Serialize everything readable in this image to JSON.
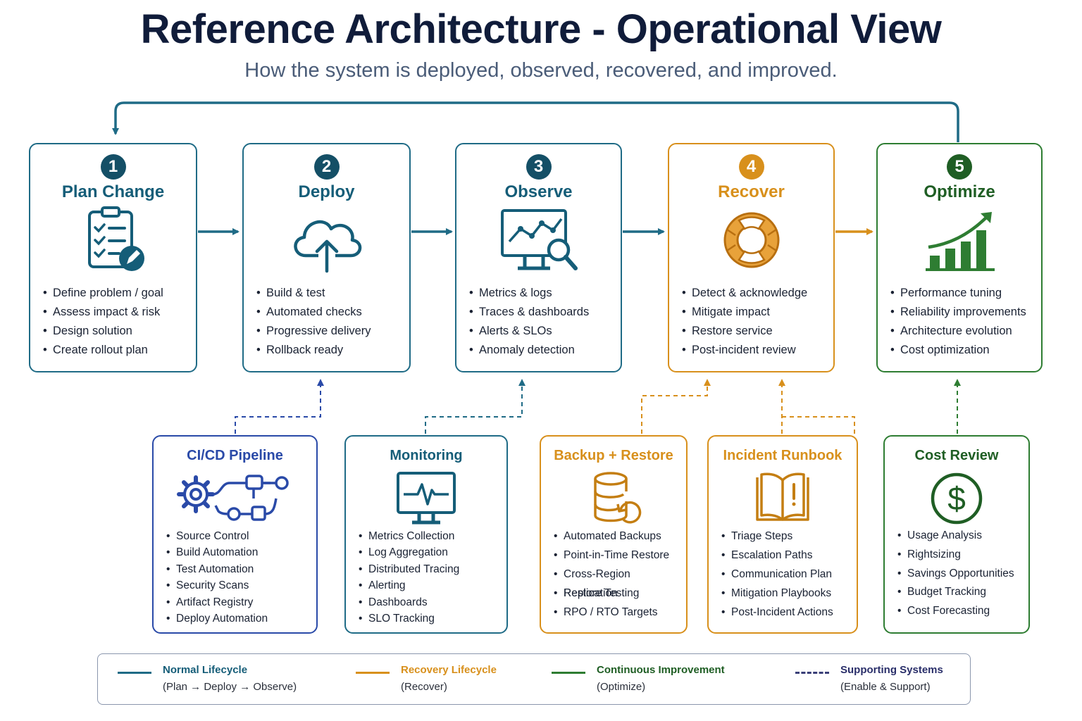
{
  "title": "Reference Architecture - Operational View",
  "subtitle": "How the system is deployed, observed, recovered, and improved.",
  "colors": {
    "teal": "#1f6b86",
    "orange": "#d8901c",
    "green": "#2e7d32",
    "blue": "#2a4aa8",
    "dash": "#3a3f78"
  },
  "stages": [
    {
      "number": "1",
      "title": "Plan Change",
      "icon": "clipboard-checklist-icon",
      "items": [
        "Define problem / goal",
        "Assess impact & risk",
        "Design solution",
        "Create rollout plan"
      ]
    },
    {
      "number": "2",
      "title": "Deploy",
      "icon": "cloud-upload-icon",
      "items": [
        "Build & test",
        "Automated checks",
        "Progressive delivery",
        "Rollback ready"
      ]
    },
    {
      "number": "3",
      "title": "Observe",
      "icon": "monitor-chart-magnifier-icon",
      "items": [
        "Metrics & logs",
        "Traces & dashboards",
        "Alerts & SLOs",
        "Anomaly detection"
      ]
    },
    {
      "number": "4",
      "title": "Recover",
      "icon": "lifebuoy-icon",
      "items": [
        "Detect & acknowledge",
        "Mitigate impact",
        "Restore service",
        "Post-incident review"
      ]
    },
    {
      "number": "5",
      "title": "Optimize",
      "icon": "growth-bar-chart-icon",
      "items": [
        "Performance tuning",
        "Reliability improvements",
        "Architecture evolution",
        "Cost optimization"
      ]
    }
  ],
  "supports": [
    {
      "title": "CI/CD Pipeline",
      "icon": "gear-pipeline-icon",
      "items": [
        "Source Control",
        "Build Automation",
        "Test Automation",
        "Security Scans",
        "Artifact Registry",
        "Deploy Automation"
      ]
    },
    {
      "title": "Monitoring",
      "icon": "heartbeat-monitor-icon",
      "items": [
        "Metrics Collection",
        "Log Aggregation",
        "Distributed Tracing",
        "Alerting",
        "Dashboards",
        "SLO Tracking"
      ]
    },
    {
      "title": "Backup + Restore",
      "icon": "database-restore-icon",
      "items": [
        "Automated Backups",
        "Point-in-Time Restore",
        "Cross-Region Replication",
        "Restore Testing",
        "RPO / RTO Targets"
      ]
    },
    {
      "title": "Incident Runbook",
      "icon": "open-book-alert-icon",
      "items": [
        "Triage Steps",
        "Escalation Paths",
        "Communication Plan",
        "Mitigation Playbooks",
        "Post-Incident Actions"
      ]
    },
    {
      "title": "Cost Review",
      "icon": "dollar-coin-icon",
      "items": [
        "Usage Analysis",
        "Rightsizing",
        "Savings Opportunities",
        "Budget Tracking",
        "Cost Forecasting"
      ]
    }
  ],
  "legend": [
    {
      "title": "Normal Lifecycle",
      "sub": "(Plan → Deploy → Observe)"
    },
    {
      "title": "Recovery Lifecycle",
      "sub": "(Recover)"
    },
    {
      "title": "Continuous Improvement",
      "sub": "(Optimize)"
    },
    {
      "title": "Supporting Systems",
      "sub": "(Enable & Support)"
    }
  ]
}
